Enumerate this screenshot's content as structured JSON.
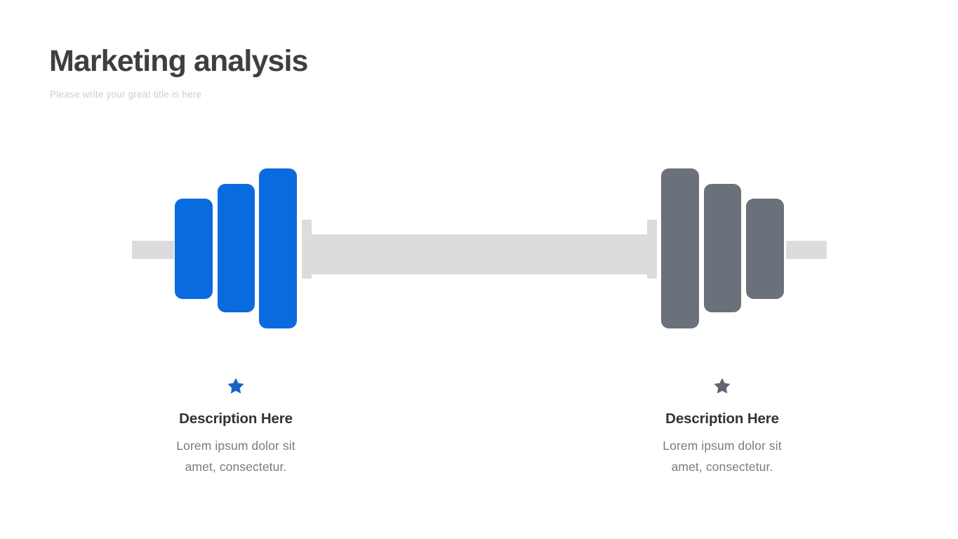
{
  "header": {
    "title": "Marketing analysis",
    "subtitle": "Please write your great title is here"
  },
  "colors": {
    "title": "#3f3f3f",
    "subtitle": "#cdcdcd",
    "accent_blue": "#0a6bdf",
    "accent_gray": "#6b717a",
    "bar_gray": "#dcdcdc",
    "star_blue": "#1565c8",
    "star_gray": "#5f6670",
    "heading": "#333333",
    "body": "#7b7b7b",
    "background": "#ffffff"
  },
  "graphic": {
    "name": "dumbbell-infographic",
    "left_side": {
      "icon": "star-icon",
      "color": "#0a6bdf",
      "plates": 3
    },
    "right_side": {
      "icon": "star-icon",
      "color": "#6b717a",
      "plates": 3
    }
  },
  "descriptions": [
    {
      "icon": "star-icon",
      "heading": "Description Here",
      "body": "Lorem ipsum dolor sit amet, consectetur."
    },
    {
      "icon": "star-icon",
      "heading": "Description Here",
      "body": "Lorem ipsum dolor sit amet, consectetur."
    }
  ]
}
